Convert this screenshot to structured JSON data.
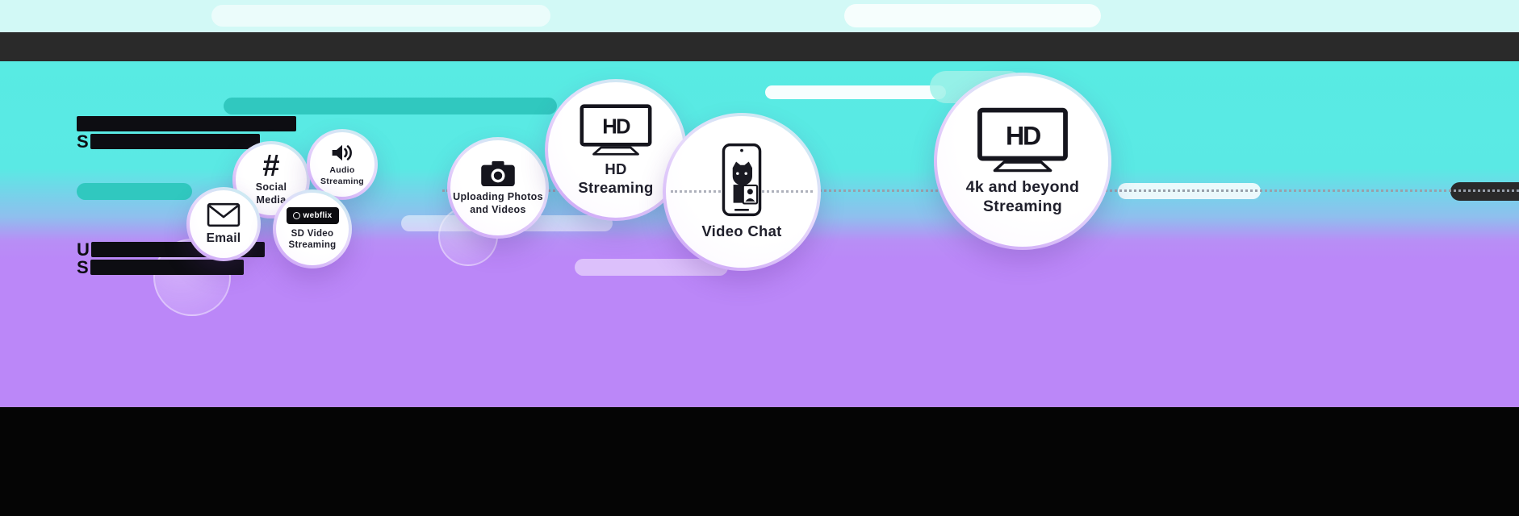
{
  "colors": {
    "cyan_background": "#58EBE3",
    "purple_background": "#BB87F8",
    "top_light_band": "#D2F9F6",
    "dark_bar": "#2A2A2A",
    "bottom_bar": "#050505",
    "teal_pill": "#30C8BF",
    "light_purple_pill": "#DCC0FB",
    "icon_ink": "#15151D"
  },
  "bubbles": {
    "email": {
      "label": "Email",
      "icon": "envelope-icon"
    },
    "social": {
      "label": "Social\nMedia",
      "icon": "hashtag-icon",
      "icon_glyph": "#"
    },
    "audio": {
      "label": "Audio\nStreaming",
      "icon": "speaker-icon"
    },
    "sd_video": {
      "label": "SD Video\nStreaming",
      "icon": "webflix-logo",
      "logo_text": "webflix"
    },
    "uploading": {
      "label": "Uploading Photos\nand Videos",
      "icon": "camera-icon"
    },
    "hd_streaming": {
      "label": "HD\nStreaming",
      "icon": "tv-hd-icon",
      "icon_text": "HD"
    },
    "video_chat": {
      "label": "Video Chat",
      "icon": "phone-video-chat-icon"
    },
    "fourk_streaming": {
      "label": "4k and beyond\nStreaming",
      "icon": "tv-hd-icon",
      "icon_text": "HD"
    }
  },
  "redacted": {
    "group1": {
      "line2_letter": "S"
    },
    "group2": {
      "line1_letter": "U",
      "line2_letter": "S"
    }
  }
}
